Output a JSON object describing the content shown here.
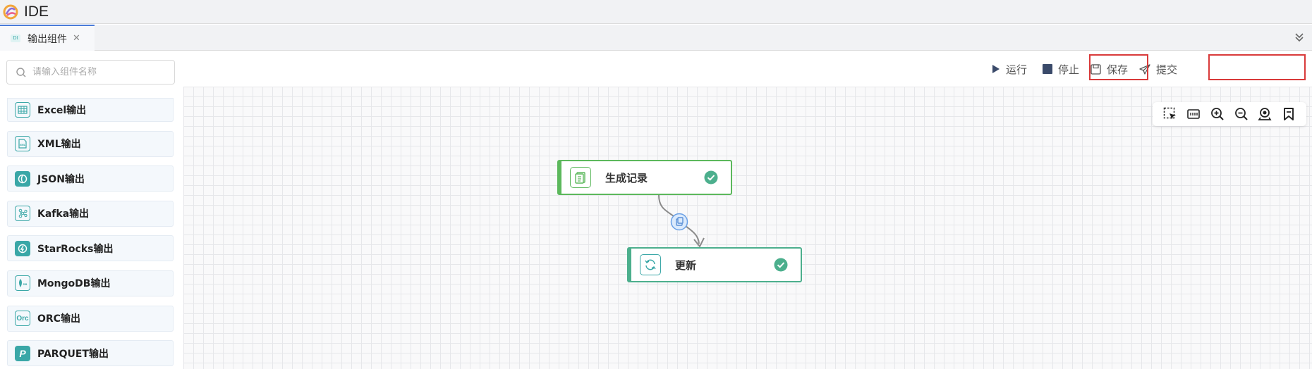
{
  "app": {
    "title": "IDE"
  },
  "tabs": [
    {
      "label": "输出组件",
      "badge": "DI"
    }
  ],
  "search": {
    "placeholder": "请输入组件名称"
  },
  "components": [
    {
      "label": "Excel输出",
      "icon": "table-icon"
    },
    {
      "label": "XML输出",
      "icon": "xml-file-icon"
    },
    {
      "label": "JSON输出",
      "icon": "json-icon"
    },
    {
      "label": "Kafka输出",
      "icon": "kafka-icon"
    },
    {
      "label": "StarRocks输出",
      "icon": "starrocks-icon"
    },
    {
      "label": "MongoDB输出",
      "icon": "mongodb-icon"
    },
    {
      "label": "ORC输出",
      "icon": "orc-icon",
      "icon_text": "Orc"
    },
    {
      "label": "PARQUET输出",
      "icon": "parquet-icon",
      "icon_text": "P"
    }
  ],
  "toolbar": {
    "run": "运行",
    "stop": "停止",
    "save": "保存",
    "submit": "提交"
  },
  "canvas_tools": [
    "select-icon",
    "fit-screen-icon",
    "zoom-in-icon",
    "zoom-out-icon",
    "locate-icon",
    "bookmark-icon"
  ],
  "nodes": [
    {
      "label": "生成记录",
      "status": "success",
      "accent": "#5cb85c"
    },
    {
      "label": "更新",
      "status": "success",
      "accent": "#4caf8d"
    }
  ],
  "colors": {
    "accent": "#3aa7a7",
    "highlight": "#d93a3a",
    "check": "#4caf8d"
  }
}
